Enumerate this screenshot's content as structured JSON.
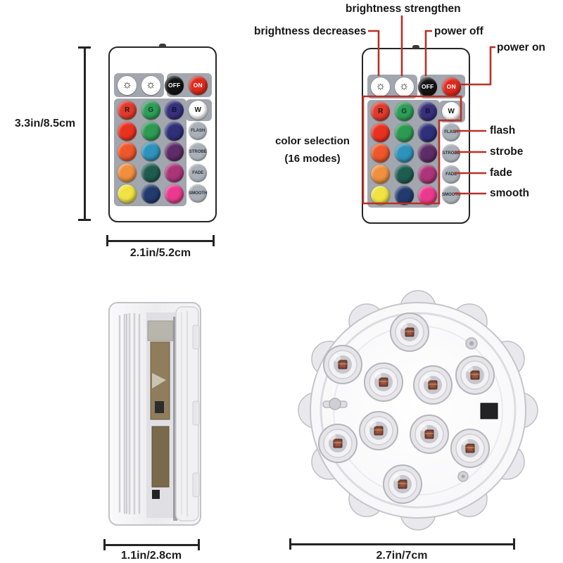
{
  "annotations": {
    "brightness_decreases": "brightness decreases",
    "brightness_strengthen": "brightness strengthen",
    "power_off": "power off",
    "power_on": "power on",
    "flash": "flash",
    "strobe": "strobe",
    "fade": "fade",
    "smooth": "smooth",
    "color_selection": {
      "line1": "color selection",
      "line2": "(16 modes)"
    }
  },
  "dimensions": {
    "remote_height": "3.3in/8.5cm",
    "remote_width": "2.1in/5.2cm",
    "light_height": "1.1in/2.8cm",
    "light_diameter": "2.7in/7cm"
  },
  "remote": {
    "pad_color": "#a2a6ae",
    "mode_button_color": "#aab0b8",
    "mode_button_text_color": "#2b2f38",
    "power_row": [
      {
        "name": "brightness-decrease-button",
        "icon": "sun-icon",
        "label": "☼",
        "bg": "#ffffff",
        "fg": "#141414"
      },
      {
        "name": "brightness-increase-button",
        "icon": "sun-icon",
        "label": "☼",
        "bg": "#ffffff",
        "fg": "#141414"
      },
      {
        "name": "power-off-button",
        "label": "OFF",
        "bg": "#131313",
        "fg": "#ffffff"
      },
      {
        "name": "power-on-button",
        "label": "ON",
        "bg": "#df2a1d",
        "fg": "#ffffff"
      }
    ],
    "grid": [
      [
        {
          "name": "red-button",
          "label": "R",
          "bg": "#e23a2b",
          "fg": "#1c1c1c"
        },
        {
          "name": "green-button",
          "label": "G",
          "bg": "#2e9e57",
          "fg": "#123a22"
        },
        {
          "name": "blue-button",
          "label": "B",
          "bg": "#37317b",
          "fg": "#101038"
        },
        {
          "name": "white-button",
          "label": "W",
          "bg": "#ffffff",
          "fg": "#141414"
        }
      ],
      [
        {
          "name": "color-red2-button",
          "bg": "#e93120"
        },
        {
          "name": "color-green2-button",
          "bg": "#2d9a52"
        },
        {
          "name": "color-navy-button",
          "bg": "#30307a"
        },
        {
          "name": "flash-mode-button",
          "label": "FLASH",
          "mode": true
        }
      ],
      [
        {
          "name": "color-orangered-button",
          "bg": "#ee562b"
        },
        {
          "name": "color-cyan-button",
          "bg": "#2e93ba"
        },
        {
          "name": "color-purple-button",
          "bg": "#5e2c67"
        },
        {
          "name": "strobe-mode-button",
          "label": "STROBE",
          "mode": true
        }
      ],
      [
        {
          "name": "color-orange-button",
          "bg": "#f08f3e"
        },
        {
          "name": "color-teal-button",
          "bg": "#1e5c50"
        },
        {
          "name": "color-magenta-button",
          "bg": "#ab3578"
        },
        {
          "name": "fade-mode-button",
          "label": "FADE",
          "mode": true
        }
      ],
      [
        {
          "name": "color-yellow-button",
          "bg": "#efe242"
        },
        {
          "name": "color-darkblue-button",
          "bg": "#223a6e"
        },
        {
          "name": "color-pink-button",
          "bg": "#e93a8e"
        },
        {
          "name": "smooth-mode-button",
          "label": "SMOOTH",
          "mode": true
        }
      ]
    ]
  },
  "colors": {
    "annotation_red": "#b93127",
    "dimension_black": "#242424"
  }
}
